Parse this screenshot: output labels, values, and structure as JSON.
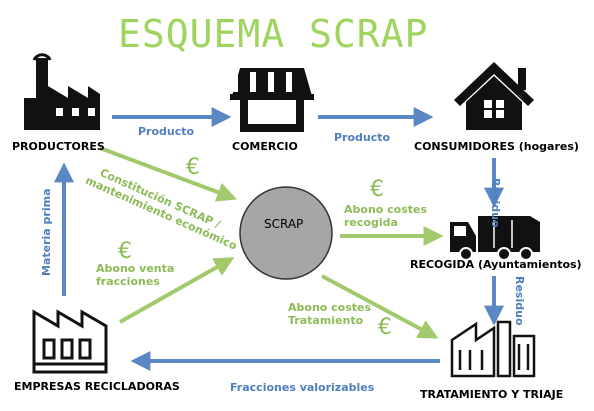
{
  "title": "ESQUEMA SCRAP",
  "nodes": {
    "productores": "PRODUCTORES",
    "comercio": "COMERCIO",
    "consumidores": "CONSUMIDORES (hogares)",
    "recogida": "RECOGIDA (Ayuntamientos)",
    "tratamiento": "TRATAMIENTO  Y TRIAJE",
    "empresas": "EMPRESAS RECICLADORAS",
    "scrap": "SCRAP"
  },
  "flows": {
    "producto_1": "Producto",
    "producto_2": "Producto",
    "residuo_1": "Residuo",
    "residuo_2": "Residuo",
    "fracciones": "Fracciones valorizables",
    "materia": "Materia prima"
  },
  "money_flows": {
    "constitucion_1": "Constitución SCRAP /",
    "constitucion_2": "mantenimiento económico",
    "abono_recogida_1": "Abono costes",
    "abono_recogida_2": "recogida",
    "abono_venta_1": "Abono venta",
    "abono_venta_2": "fracciones",
    "abono_tratamiento_1": "Abono costes",
    "abono_tratamiento_2": "Tratamiento"
  },
  "euro_symbol": "€",
  "colors": {
    "title": "#9fd45f",
    "blue_arrow": "#5b87c5",
    "green_arrow": "#a3c96d",
    "scrap_fill": "#a6a6a6"
  }
}
